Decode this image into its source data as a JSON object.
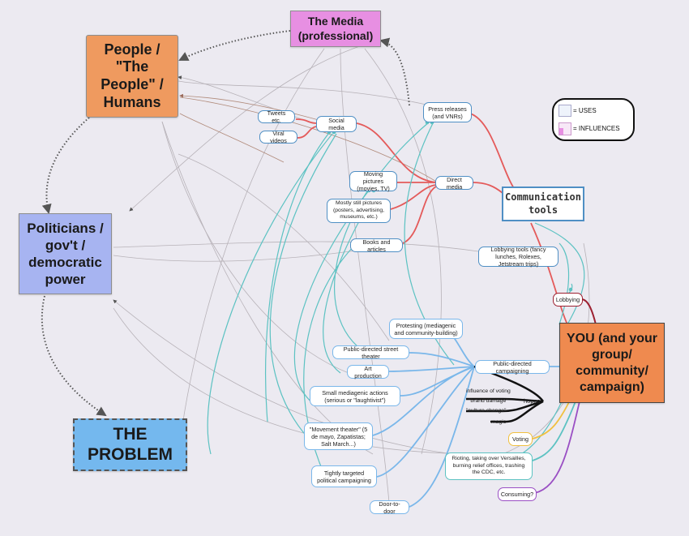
{
  "nodes": {
    "media": "The Media (professional)",
    "people": "People / \"The People\" / Humans",
    "politicians": "Politicians / gov't / democratic power",
    "problem": "THE PROBLEM",
    "you": "YOU (and your group/ community/ campaign)",
    "comm_tools": "Communication tools",
    "tweets": "Tweets etc.",
    "viral": "Viral videos",
    "social": "Social media",
    "press": "Press releases (and VNRs)",
    "moving": "Moving pictures (movies, TV)",
    "still": "Mostly still pictures (posters, advertising, museums, etc.)",
    "direct": "Direct media",
    "books": "Books and articles",
    "lobby_tools": "Lobbying tools (fancy lunches, Rolexes, Jetstream trips)",
    "lobbying": "Lobbying",
    "protesting": "Protesting (mediagenic and community-building)",
    "street": "Public-directed street theater",
    "art": "Art production",
    "small_actions": "Small mediagenic actions (serious or \"laughtivist\")",
    "movement": "\"Movement theater\" (5 de mayo, Zapatistas; Salt March...)",
    "targeted": "Tightly targeted political campaigning",
    "door": "Door-to-door",
    "public_campaign": "Public-directed campaigning",
    "voting": "Voting",
    "rioting": "Rioting, taking over Versailles, burning relief offices, trashing the CDC, etc.",
    "consuming": "Consuming?"
  },
  "hopes": {
    "label": "hopes",
    "items": [
      "influence of voting",
      "\"brand damage\"",
      "\"culture change\"",
      "magic"
    ]
  },
  "legend": {
    "uses": "= USES",
    "influences": "= INFLUENCES"
  },
  "colors": {
    "media": "#e78fe2",
    "people": "#ef9a5f",
    "politicians": "#a7b4f1",
    "problem": "#74b8ee",
    "you": "#ef8a4f",
    "red_link": "#e45a5a",
    "teal_link": "#5cc2c2",
    "blue_link": "#7ab7ea",
    "influence": "#b08a7a",
    "dark_red": "#9c2030",
    "yellow": "#f0c040",
    "purple": "#9a4fc4"
  }
}
